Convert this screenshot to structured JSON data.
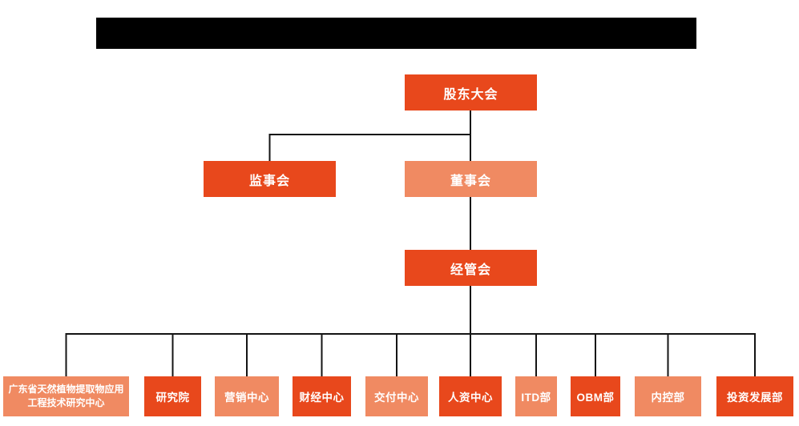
{
  "colors": {
    "primary_dark": "#E8481C",
    "primary_light": "#F08A62",
    "line": "#141414",
    "text": "#FFFFFF",
    "background": "#FFFFFF",
    "title_bar_bg": "#000000"
  },
  "org_chart": {
    "level1": {
      "label": "股东大会",
      "variant": "dark"
    },
    "level2": [
      {
        "label": "监事会",
        "variant": "dark"
      },
      {
        "label": "董事会",
        "variant": "light"
      }
    ],
    "level3": {
      "label": "经管会",
      "variant": "dark"
    },
    "level4": [
      {
        "label": "广东省天然植物提取物应用工程技术研究中心",
        "variant": "light"
      },
      {
        "label": "研究院",
        "variant": "dark"
      },
      {
        "label": "营销中心",
        "variant": "light"
      },
      {
        "label": "财经中心",
        "variant": "dark"
      },
      {
        "label": "交付中心",
        "variant": "light"
      },
      {
        "label": "人资中心",
        "variant": "dark"
      },
      {
        "label": "ITD部",
        "variant": "light"
      },
      {
        "label": "OBM部",
        "variant": "dark"
      },
      {
        "label": "内控部",
        "variant": "light"
      },
      {
        "label": "投资发展部",
        "variant": "dark"
      }
    ]
  }
}
